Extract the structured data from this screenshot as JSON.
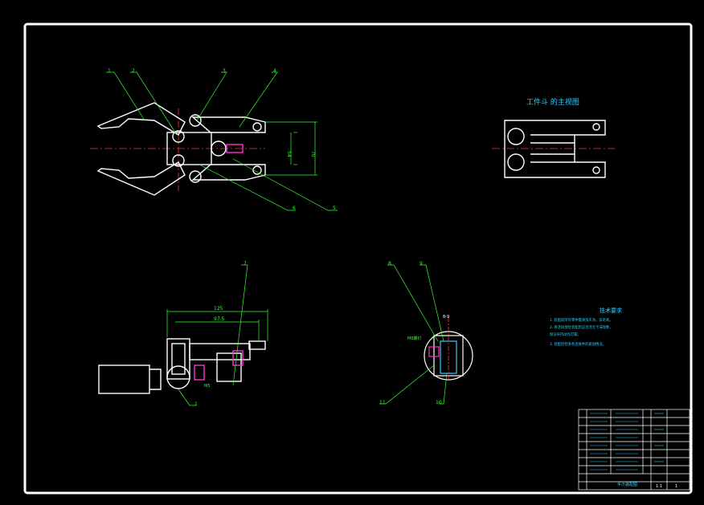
{
  "colors": {
    "background": "#000000",
    "border": "#ffffff",
    "part": "#ffffff",
    "centerline": "#ff3333",
    "leader": "#33ff33",
    "dimension": "#33ff33",
    "annotation": "#33ccff",
    "highlight": "#ff33cc",
    "notes": "#33ccff"
  },
  "view_title": "工件斗 的主视图",
  "callouts": {
    "c1": "1",
    "c2": "2",
    "c3": "3",
    "c4": "4",
    "c5": "5",
    "c6": "6",
    "c7": "7",
    "c8": "8",
    "c9": "9",
    "c10": "10",
    "c11": "11"
  },
  "dimensions": {
    "height_small": "54",
    "height_large": "70",
    "length_overall": "125",
    "length_inner": "97.5",
    "side_note": "M5",
    "detail_note": "M6螺钉",
    "top_label": "8-9"
  },
  "tech_requirements": {
    "title": "技术要求",
    "items": [
      "1. 装配前所有零件需清洗干净，去毛刺。",
      "2. 各活动部位装配后应灵活无卡滞现象，",
      "   保证夹持动作可靠。",
      "3. 装配后检查各连接件的紧固情况。"
    ]
  },
  "title_block": {
    "drawing_name": "手爪装配图",
    "scale": "1:1",
    "sheet": "1"
  }
}
